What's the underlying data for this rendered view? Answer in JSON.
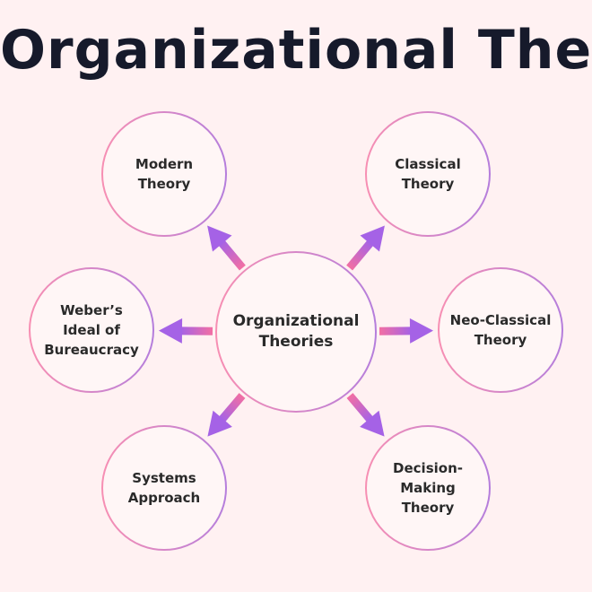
{
  "title": "Organizational Theories",
  "center": {
    "label": "Organizational\nTheories"
  },
  "nodes": [
    {
      "id": "modern-theory",
      "label": "Modern\nTheory"
    },
    {
      "id": "classical-theory",
      "label": "Classical\nTheory"
    },
    {
      "id": "webers-ideal",
      "label": "Weber’s\nIdeal of\nBureaucracy"
    },
    {
      "id": "neo-classical-theory",
      "label": "Neo-Classical\nTheory"
    },
    {
      "id": "systems-approach",
      "label": "Systems\nApproach"
    },
    {
      "id": "decision-making-theory",
      "label": "Decision-\nMaking\nTheory"
    }
  ],
  "colors": {
    "background": "#fff1f2",
    "title": "#161a2b",
    "circle_fill": "#fff6f6",
    "gradient_pink": "#f78fb3",
    "gradient_purple": "#b57edc",
    "arrow_pink": "#f26fa3",
    "arrow_purple": "#a562e6",
    "text": "#2a2a2a"
  }
}
